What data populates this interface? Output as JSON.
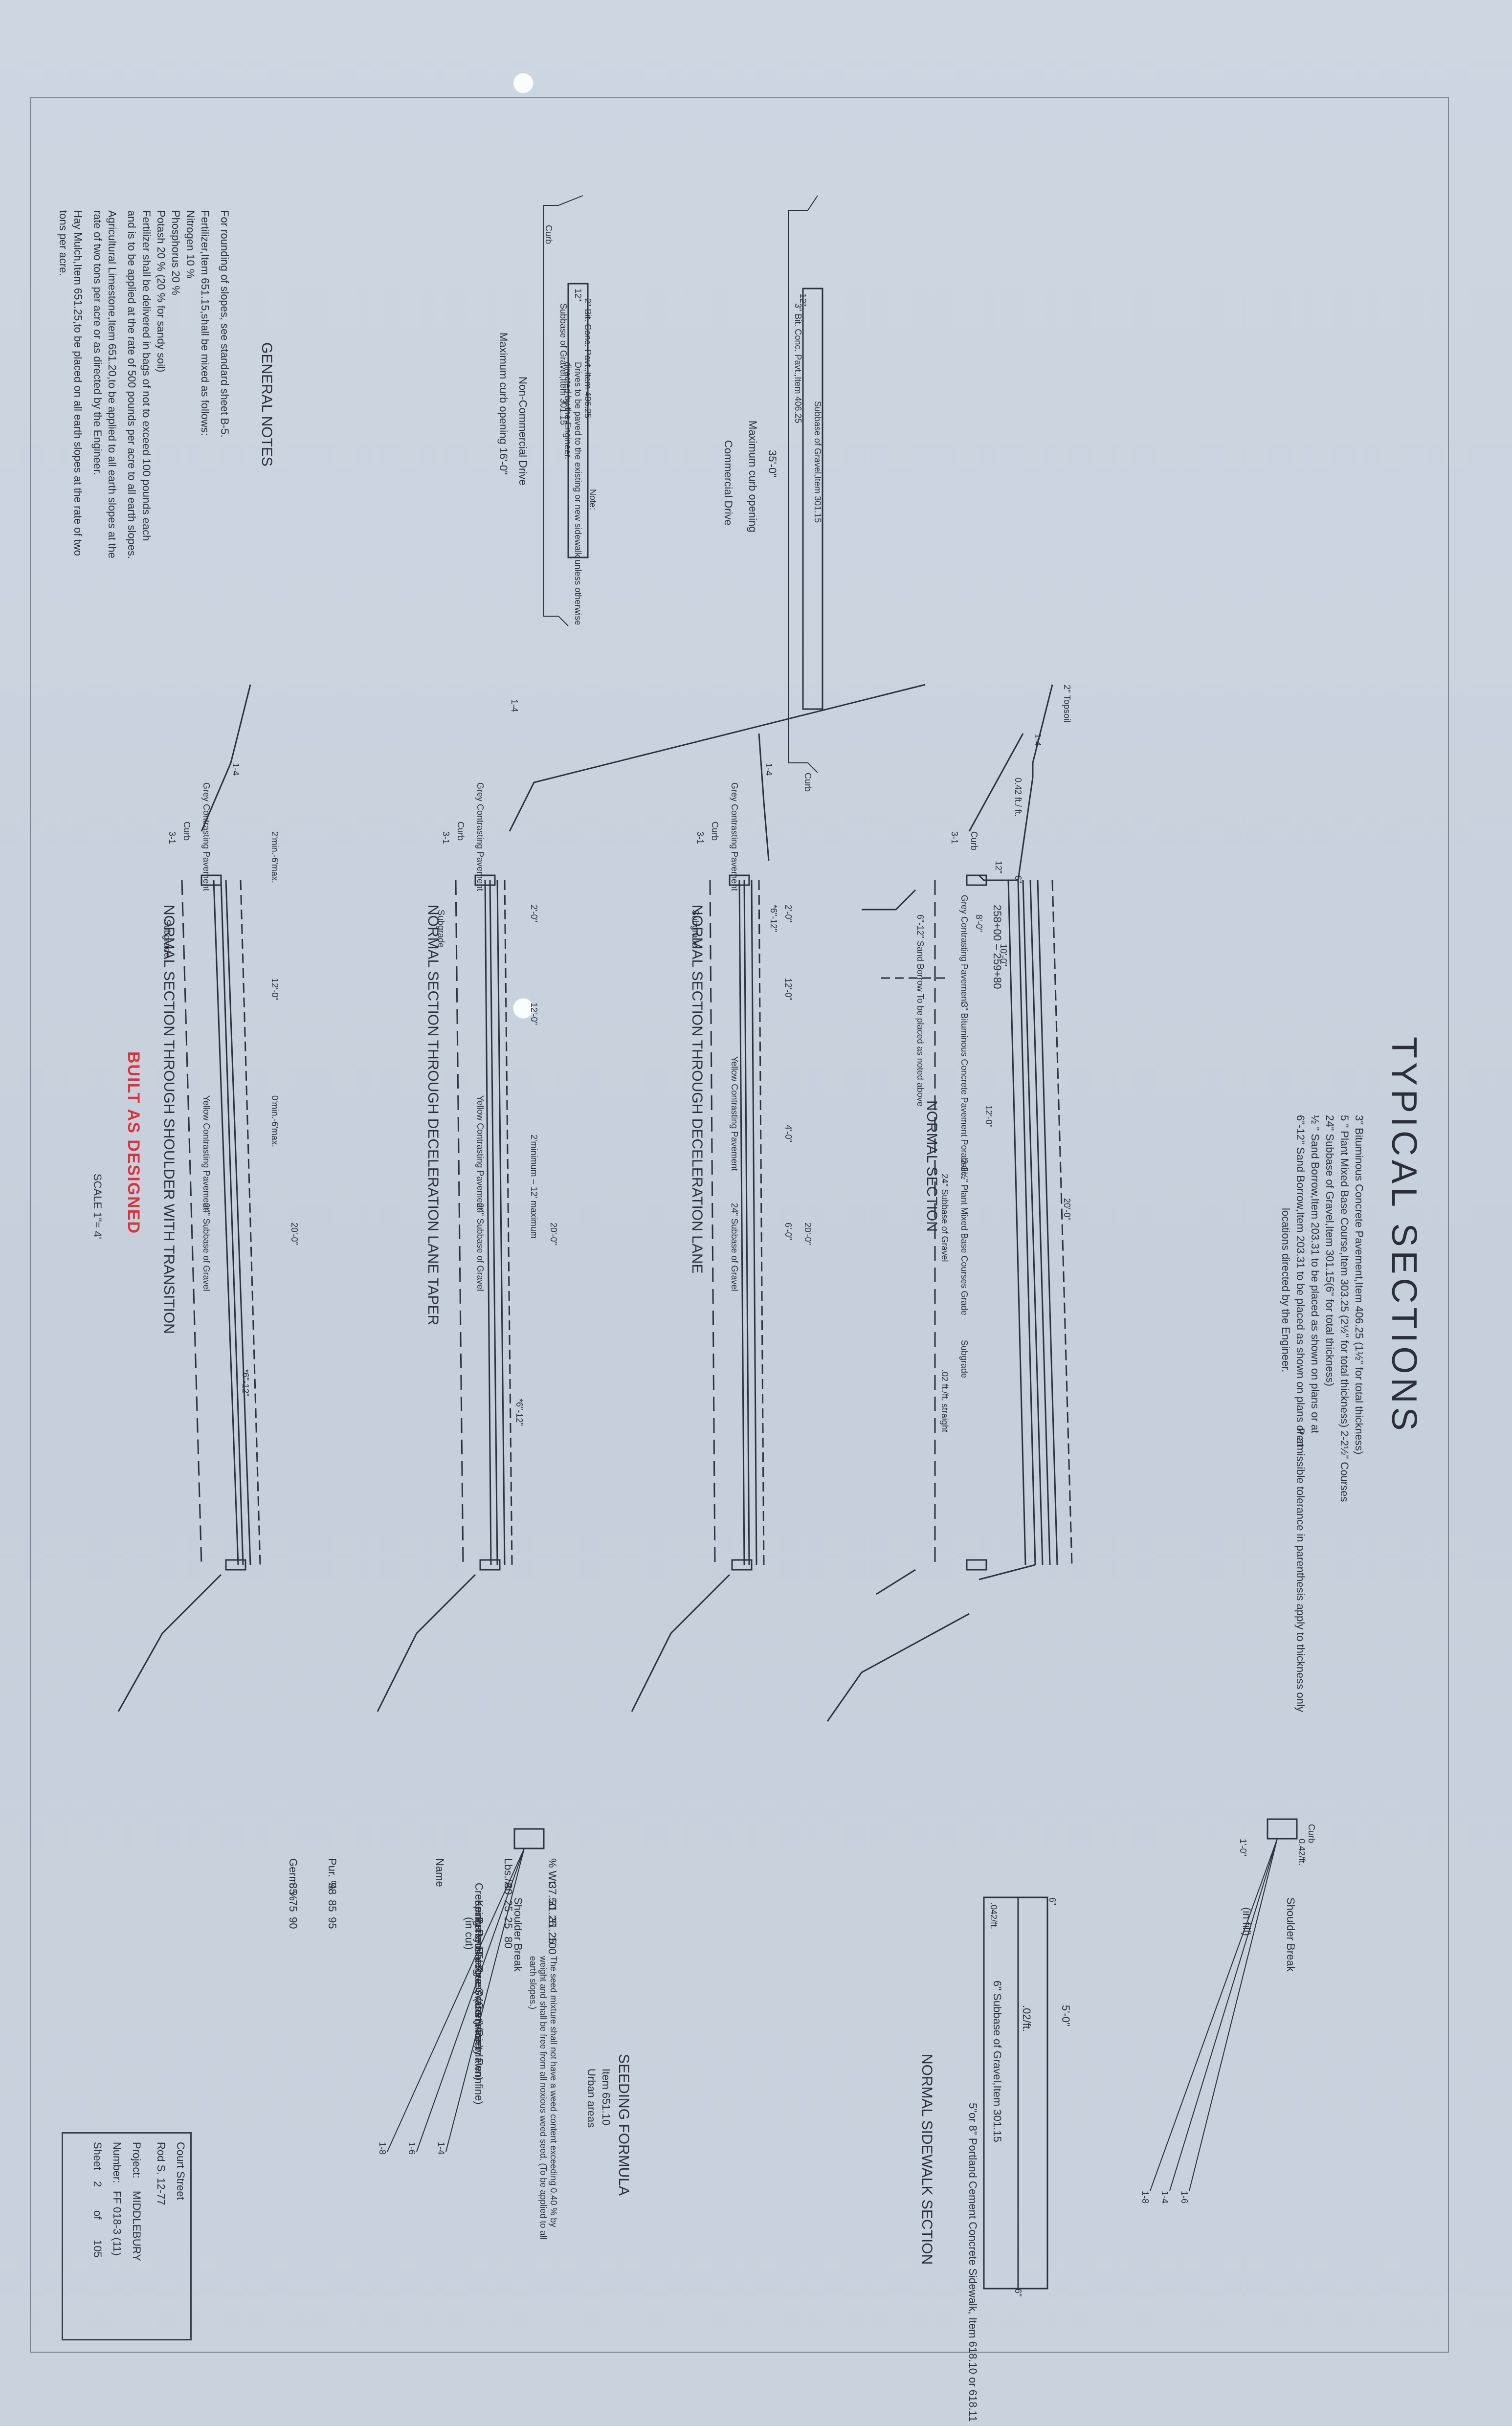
{
  "title": "TYPICAL SECTIONS",
  "pavement_notes": [
    "3\" Bituminous Concrete Pavement,Item 406.25 (1½\" for total thickness)",
    "5 \" Plant Mixed Base Course,Item 303.25 (2½\" for total thickness) 2-2½\" Courses",
    "24\" Subbase of Gravel,Item 301.15(6\" for total thickness)",
    "½ \" Sand Borrow,Item 203.31 to be placed as shown on plans or at",
    "locations directed by the Engineer.",
    "6\"-12\" Sand Borrow,Item 203.31 to be placed as shown on plans or at"
  ],
  "tolerance_note": "Permissible tolerance in parenthesis apply to thickness only",
  "general_notes": {
    "heading": "GENERAL NOTES",
    "lines": [
      "For rounding of slopes, see standard sheet B-5.",
      "Fertilizer,Item 651.15,shall be mixed as follows:",
      "Nitrogen        10 %",
      "Phosphorus      20 %",
      "Potash          20 %  (20 % for sandy soil)",
      "Fertilizer shall be delivered in bags of not to exceed 100 pounds each",
      "and is to be applied at the rate of 500 pounds per acre to all earth slopes.",
      "Agricultural Limestone,Item 651.20,to be applied to all earth slopes at the",
      "rate of two tons per acre or as directed by the Engineer.",
      "Hay Mulch,Item 651.25,to be placed on all earth slopes at the rate of two",
      "tons per acre."
    ]
  },
  "drives": {
    "noncommercial": {
      "title": "Non-Commercial Drive",
      "opening": "Maximum curb opening 16'-0\"",
      "pav": "2\" Bit. Conc. Pavt.,Item 406.25",
      "base": "Subbase of Gravel,Item 301.15",
      "dim": "12\"",
      "curb": "Curb"
    },
    "commercial": {
      "title": "Commercial Drive",
      "opening": "Maximum curb opening",
      "width": "35'-0\"",
      "pav": "3\" Bit. Conc. Pavt.,Item 406.25",
      "base": "Subbase of Gravel,Item 301.15",
      "dim": "12\"",
      "curb": "Curb",
      "note_head": "Note:",
      "note": "Drives to be paved to the existing or new sidewalk unless otherwise directed by the Engineer."
    }
  },
  "sections": [
    {
      "id": "normal",
      "title": "NORMAL     SECTION",
      "station": "258+00 – 259+80",
      "labels": [
        "2\" Topsoil",
        "1-4",
        "0.42 ft./ ft.",
        "Curb",
        "3-1",
        "Grey Contrasting Pavement",
        "3\" Bituminous Concrete Pavement Porabolic",
        "2-2½\" Plant Mixed Base Courses Grade",
        "24\" Subbase of Gravel",
        ".02 ft./ft. straight",
        "Subgrade",
        "6\"-12\" Sand Borrow To be placed as noted above",
        "8'-0\"",
        "20'-0\"",
        "12'-0\"",
        "10'-0\"",
        "6\"",
        "12\""
      ]
    },
    {
      "id": "decel",
      "title": "NORMAL  SECTION  THROUGH  DECELERATION  LANE",
      "labels": [
        "Grey Contrasting Pavement",
        "Yellow Contrasting Pavement",
        "24\" Subbase of Gravel",
        "Subgrade",
        "*6\"-12\"",
        "2'-0\"",
        "12'-0\"",
        "4'-0\"",
        "6'-0\"",
        "20'-0\"",
        "Curb",
        "3-1",
        "1-4"
      ]
    },
    {
      "id": "taper",
      "title": "NORMAL  SECTION  THROUGH  DECELERATION  LANE  TAPER",
      "labels": [
        "Grey Contrasting Pavement",
        "Yellow Contrasting Pavement",
        "24\" Subbase of Gravel",
        "Subgrade",
        "*6\"-12\"",
        "2'-0\"",
        "12'-0\"",
        "2'minimum – 12' maximum",
        "20'-0\"",
        "Curb",
        "3-1",
        "1-4"
      ]
    },
    {
      "id": "shoulder",
      "title": "NORMAL  SECTION  THROUGH  SHOULDER  WITH  TRANSITION",
      "labels": [
        "Grey Contrasting Pavement",
        "Yellow Contrasting Pavement",
        "24\" Subbase of Gravel",
        "Subgrade",
        "*6\"-12\"",
        "2'min.-6'max.",
        "0'min.-6'max.",
        "12'-0\"",
        "20'-0\"",
        "Curb",
        "3-1",
        "1-4"
      ]
    }
  ],
  "built": "BUILT AS DESIGNED",
  "scale": "SCALE 1\"= 4'",
  "shoulder_break": {
    "fill": "(in fill)",
    "cut": "(in cut)",
    "label": "Shoulder Break",
    "dims": [
      "1'-0\"",
      "0.42/ft."
    ],
    "slopes": [
      "1-4",
      "1-6",
      "1-8"
    ],
    "curb": "Curb"
  },
  "sidewalk": {
    "title": "NORMAL SIDEWALK SECTION",
    "width": "5'-0\"",
    "slope": ".02/ft.",
    "base": "6\" Subbase of Gravel,Item 301.15",
    "concrete": "5\"or 8\" Portland Cement Concrete Sidewalk, Item 618.10 or 618.11",
    "dims": [
      "6\"",
      ".042/ft.",
      "6\""
    ]
  },
  "seeding": {
    "heading": "SEEDING FORMULA",
    "sub": [
      "Item 651.10",
      "Urban areas"
    ],
    "columns": [
      "% Wt.",
      "Lbs./A.",
      "Name",
      "Pur. %",
      "Germ. %"
    ],
    "rows": [
      [
        "37.50",
        "30",
        "Creeping Red Fescue (Variety Pennlawn)",
        "98",
        "85"
      ],
      [
        "31.25",
        "25",
        "Kentucky Bluegrass (Common)",
        "85",
        "75"
      ],
      [
        "31.25",
        "25",
        "Perennial Rye Grass (Variety Pennfine)",
        "95",
        "90"
      ]
    ],
    "total": [
      "100",
      "80"
    ],
    "note": "The seed mixture shall not have a weed content exceeding 0.40 % by weight and shall be free from all noxious weed seed. (To be applied to all earth slopes.)"
  },
  "title_block": {
    "street": "Court  Street",
    "rev": "Rod S. 12-77",
    "project_label": "Project:",
    "project": "MIDDLEBURY",
    "number_label": "Number:",
    "number": "FF 018-3 (11)",
    "sheet_label": "Sheet",
    "sheet": "2",
    "of": "of",
    "total": "105"
  }
}
